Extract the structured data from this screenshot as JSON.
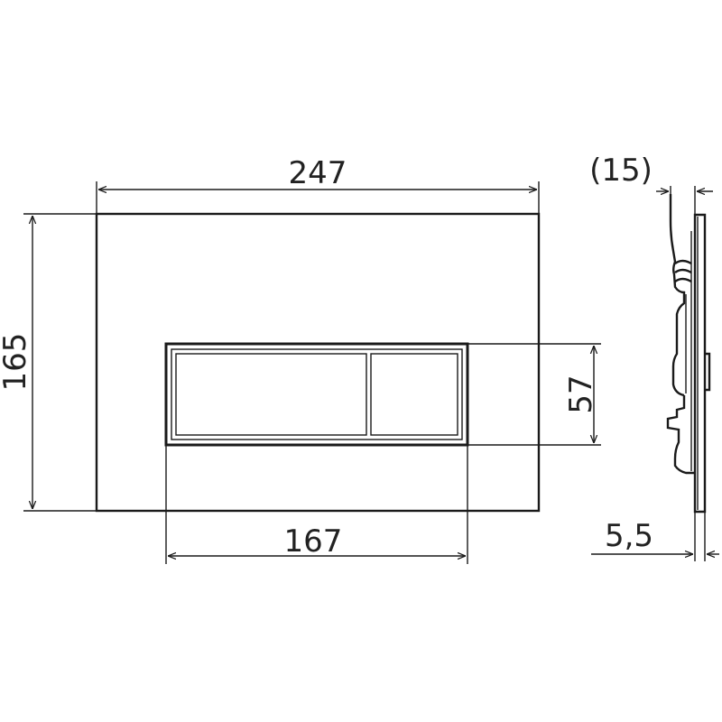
{
  "dimensions": {
    "width": "247",
    "height": "165",
    "button_height": "57",
    "button_width": "167",
    "depth_total": "(15)",
    "plate_thickness": "5,5"
  },
  "colors": {
    "line": "#1a1a1a",
    "text": "#222222",
    "background": "#ffffff"
  }
}
